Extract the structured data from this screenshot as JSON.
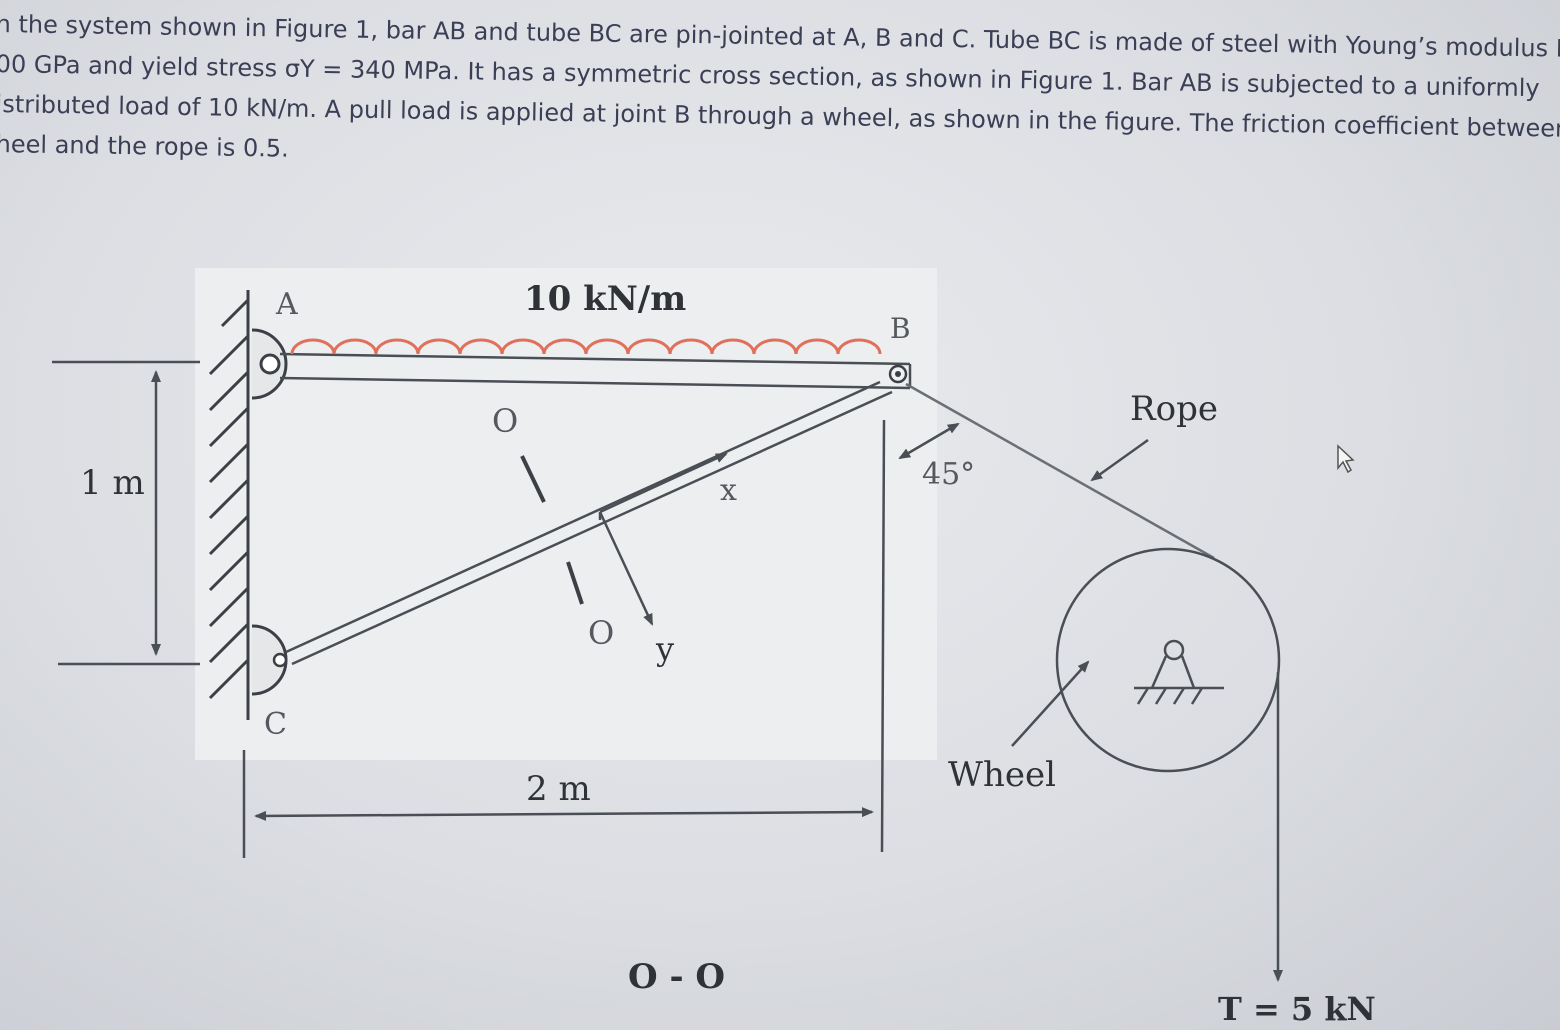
{
  "problem": {
    "line1": "n the system shown in Figure 1, bar AB and tube BC are pin-jointed at A, B and C. Tube BC is made of steel with Young’s modulus E =",
    "line2": "00 GPa and yield stress σY = 340 MPa. It has a symmetric cross section, as shown in Figure 1. Bar AB is subjected to a uniformly",
    "line3": "istributed load of 10 kN/m. A pull load is applied at joint B through a wheel, as shown in the figure. The friction coefficient between the",
    "line4": "heel and the rope is 0.5."
  },
  "figure": {
    "label_A": "A",
    "label_B": "B",
    "label_C": "C",
    "load_label": "10 kN/m",
    "height_label": "1 m",
    "length_label": "2 m",
    "angle_label": "45°",
    "rope_label": "Rope",
    "wheel_label": "Wheel",
    "section_mark_top": "O",
    "section_mark_bottom": "O",
    "axis_x": "x",
    "axis_y": "y",
    "section_caption": "O - O",
    "tension_label": "T = 5 kN"
  },
  "colors": {
    "line": "#4a4e55",
    "load": "#e0705a",
    "text": "#2f3237",
    "background": "#dcdee3",
    "panel": "#eceef0"
  }
}
